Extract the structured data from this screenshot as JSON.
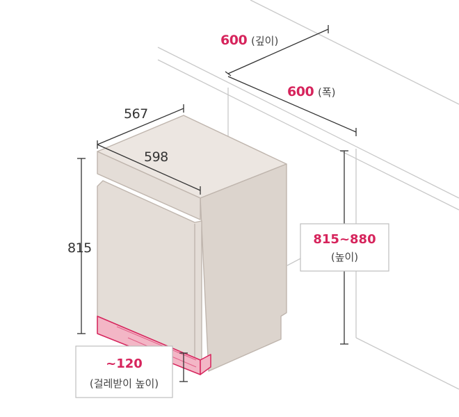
{
  "colors": {
    "accent": "#d6245c",
    "body_fill": "#e4ddd7",
    "body_top": "#ece6e1",
    "body_side": "#dcd4cd",
    "body_edge": "#bfb5ad",
    "kickplate_fill": "#f3b6c6",
    "wall_line": "#c8c8c8",
    "dim_line": "#333333"
  },
  "cabinet": {
    "depth_value": "600",
    "depth_label": "(깊이)",
    "width_value": "600",
    "width_label": "(폭)",
    "height_value": "815~880",
    "height_label": "(높이)"
  },
  "appliance": {
    "depth": "567",
    "width": "598",
    "height": "815"
  },
  "kickplate": {
    "value": "~120",
    "label": "(걸레받이 높이)"
  }
}
